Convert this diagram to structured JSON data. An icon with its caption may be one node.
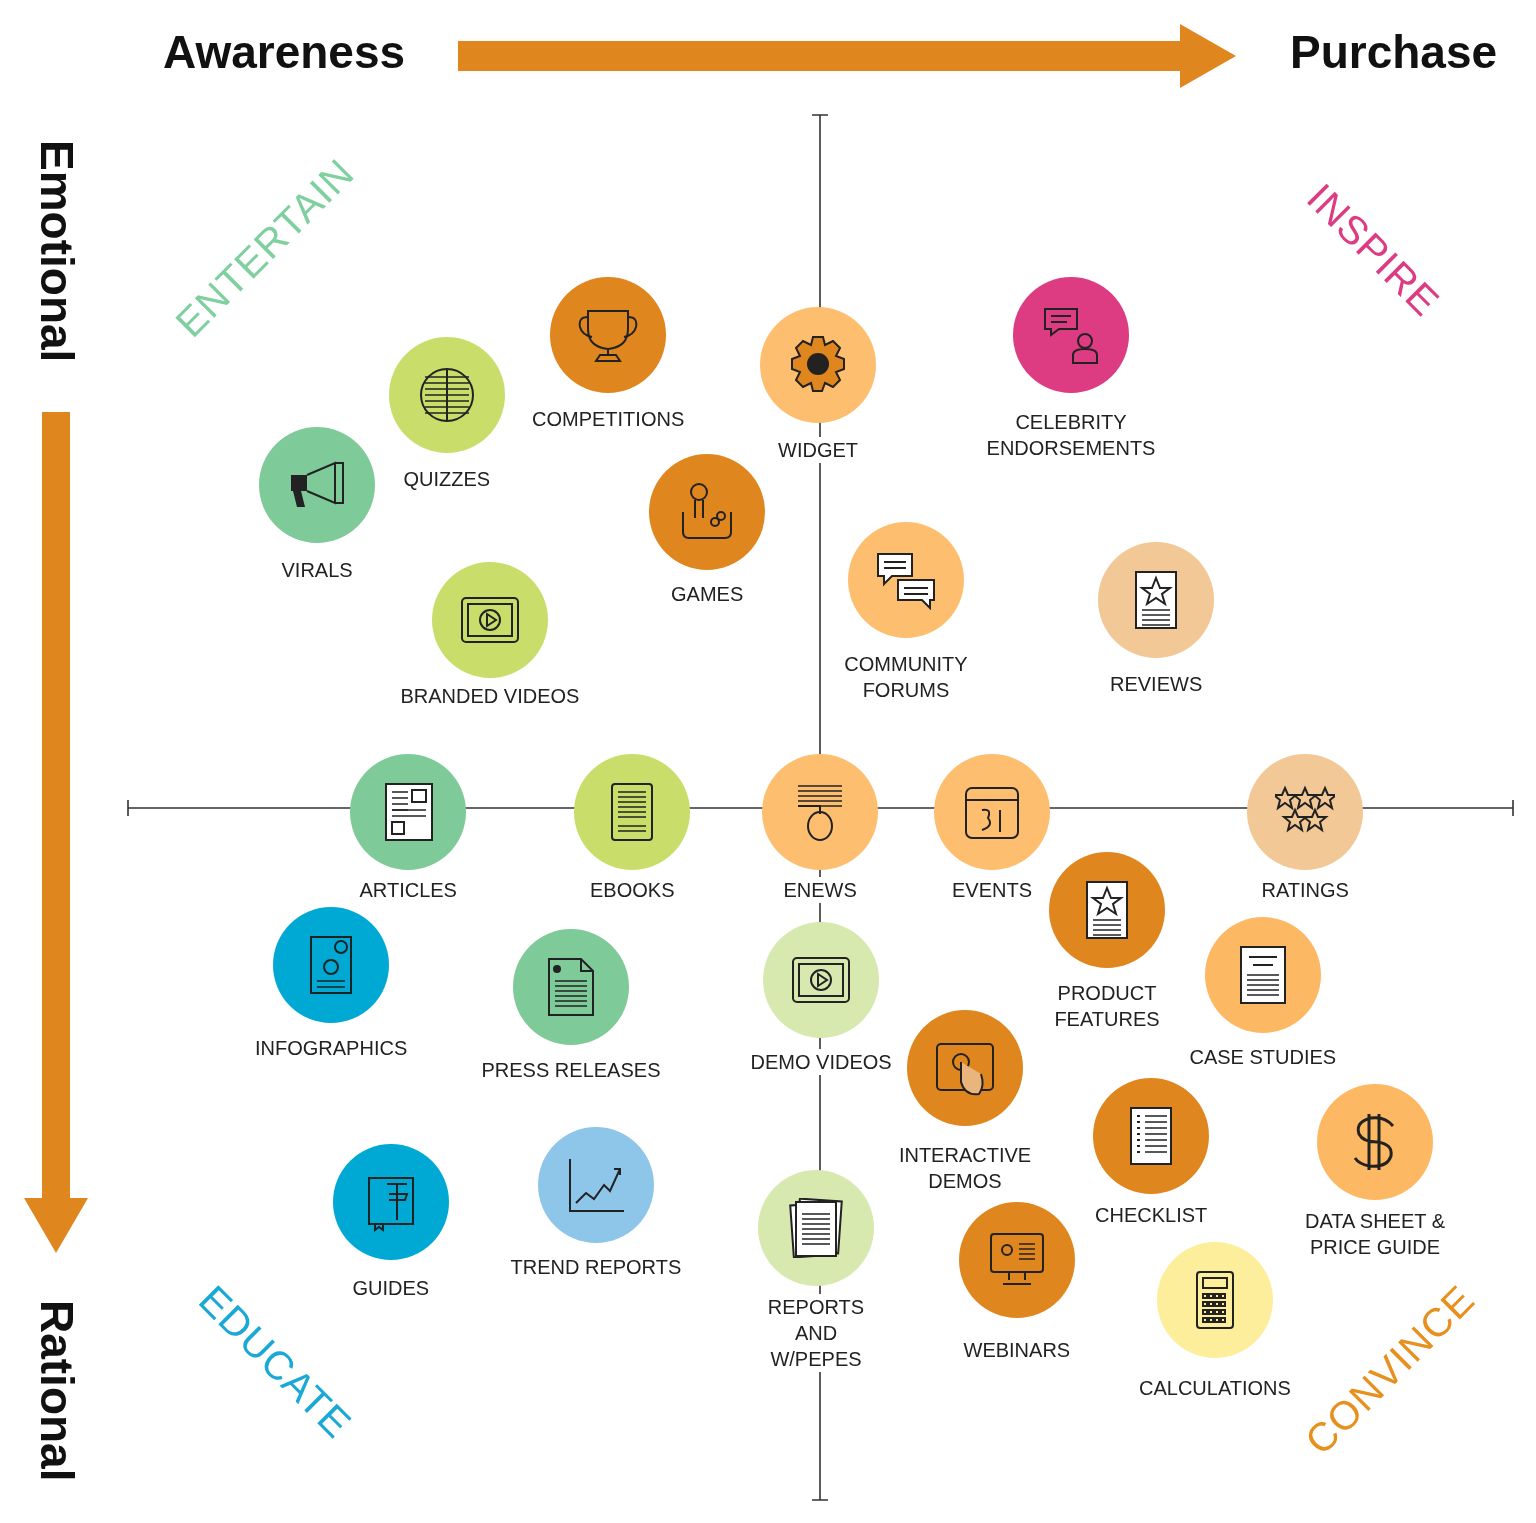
{
  "diagram": {
    "nodes": [
      {
        "text": [
          "COMPETITIONS"
        ]
      },
      {
        "text": [
          "WIDGET"
        ]
      },
      {
        "text": [
          "CELEBRITY ENDORSEMENTS"
        ]
      },
      {
        "text": [
          "QUIZZES"
        ]
      },
      {
        "text": [
          "VIRALS"
        ]
      },
      {
        "text": [
          "GAMES"
        ]
      },
      {
        "text": [
          "COMMUNITY FORUMS"
        ]
      },
      {
        "text": [
          "REVIEWS"
        ]
      },
      {
        "text": [
          "BRANDED VIDEOS"
        ]
      },
      {
        "text": [
          "ARTICLES"
        ]
      },
      {
        "text": [
          "EBOOKS"
        ]
      },
      {
        "text": [
          "ENEWS"
        ]
      },
      {
        "text": [
          "EVENTS"
        ]
      },
      {
        "text": [
          "RATINGS"
        ]
      },
      {
        "text": [
          "PRODUCT FEATURES"
        ]
      },
      {
        "text": [
          "INFOGRAPHICS"
        ]
      },
      {
        "text": [
          "CASE STUDIES"
        ]
      },
      {
        "text": [
          "PRESS RELEASES"
        ]
      },
      {
        "text": [
          "DEMO VIDEOS"
        ]
      },
      {
        "text": [
          "INTERACTIVE DEMOS"
        ]
      },
      {
        "text": [
          "CHECKLIST"
        ]
      },
      {
        "text": [
          "DATA SHEET & PRICE GUIDE"
        ]
      },
      {
        "text": [
          "GUIDES"
        ]
      },
      {
        "text": [
          "TREND REPORTS"
        ]
      },
      {
        "text": [
          "REPORTS AND W/PEPES"
        ]
      },
      {
        "text": [
          "WEBINARS"
        ]
      },
      {
        "text": [
          "CALCULATIONS"
        ]
      }
    ],
    "edges": [],
    "labels": [
      "Awareness",
      "Purchase",
      "Emotional",
      "ENTERTAIN",
      "INSPIRE",
      "Rational",
      "EDUCATE",
      "CONVINCE"
    ]
  }
}
